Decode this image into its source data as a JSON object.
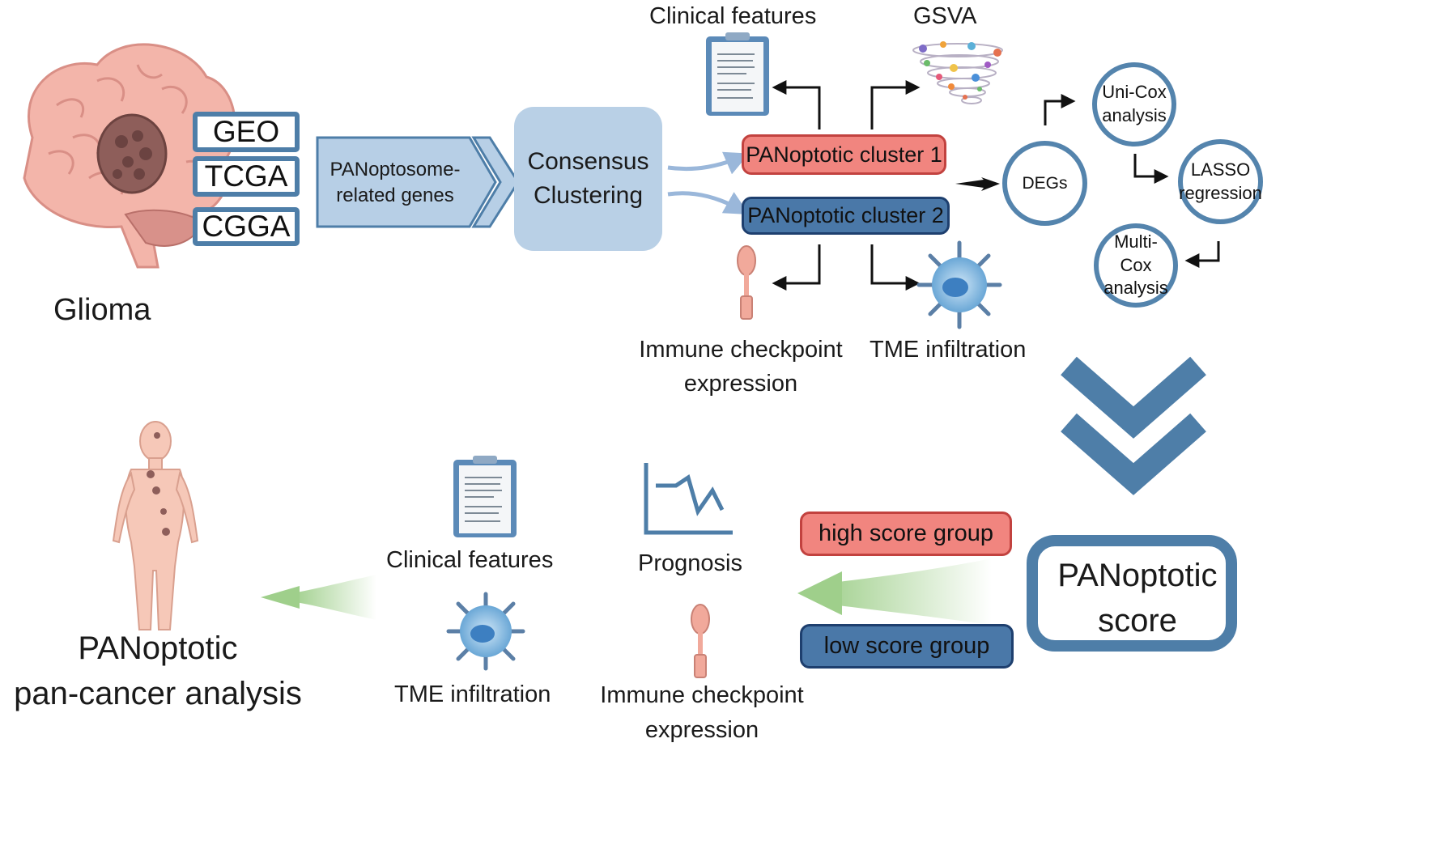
{
  "top": {
    "glioma_label": "Glioma",
    "databases": [
      "GEO",
      "TCGA",
      "CGGA"
    ],
    "genes_box": [
      "PANoptosome-",
      "related genes"
    ],
    "consensus": [
      "Consensus",
      "Clustering"
    ],
    "clinical_features": "Clinical features",
    "gsva": "GSVA",
    "cluster1": "PANoptotic cluster 1",
    "cluster2": "PANoptotic cluster 2",
    "immune_checkpoint": [
      "Immune checkpoint",
      "expression"
    ],
    "tme": "TME infiltration",
    "degs": "DEGs",
    "unicox": [
      "Uni-Cox",
      "analysis"
    ],
    "lasso": [
      "LASSO",
      "regression"
    ],
    "multicox": [
      "Multi-Cox",
      "analysis"
    ]
  },
  "bottom": {
    "score": [
      "PANoptotic",
      "score"
    ],
    "high_group": "high score group",
    "low_group": "low score group",
    "prognosis": "Prognosis",
    "immune_checkpoint": [
      "Immune checkpoint",
      "expression"
    ],
    "clinical_features": "Clinical features",
    "tme": "TME infiltration",
    "pan_cancer": [
      "PANoptotic",
      "pan-cancer analysis"
    ]
  },
  "colors": {
    "frame_blue": "#4e7ea8",
    "cluster1_fill": "#f1857f",
    "cluster2_fill": "#4a78a8",
    "consensus_fill": "#b9d0e6",
    "genes_fill": "#b7cfe6",
    "arrow_green": "#8dc07a"
  },
  "icons": [
    "brain-tumor-icon",
    "clipboard-icon",
    "gsva-spiral-icon",
    "probe-icon",
    "immune-cell-icon",
    "prognosis-curve-icon",
    "human-body-icon",
    "double-chevron-icon"
  ]
}
